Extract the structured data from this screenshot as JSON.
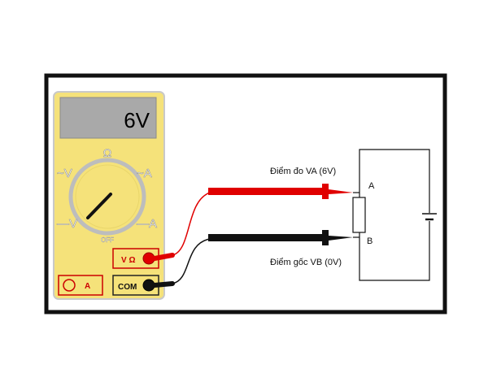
{
  "meter": {
    "display_value": "6V",
    "dial_labels": {
      "ohm": "Ω",
      "ac_voltage": "~V",
      "ac_current": "~A",
      "dc_voltage": "—V",
      "dc_current": "—A",
      "off": "OFF"
    },
    "jacks": {
      "voltage_ohm": "V Ω",
      "amp": "A",
      "common": "COM"
    }
  },
  "labels": {
    "measure_point": "Điểm đo VA (6V)",
    "reference_point": "Điểm gốc VB (0V)",
    "node_a": "A",
    "node_b": "B"
  },
  "colors": {
    "meter_body": "#f5e27a",
    "meter_border": "#c9c9c9",
    "display_bg": "#a9a9a9",
    "red_probe": "#e00000",
    "black_probe": "#111111",
    "jack_box_border": "#cc0000"
  }
}
